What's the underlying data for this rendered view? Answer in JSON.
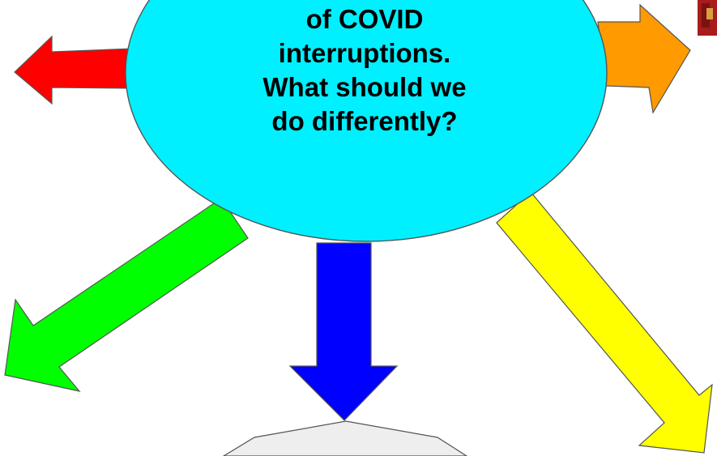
{
  "central_bubble": {
    "lines": [
      "of COVID",
      "interruptions.",
      "What should we",
      "do differently?"
    ]
  },
  "colors": {
    "bubble_fill": "#00f0ff",
    "red_arrow": "#ff0000",
    "orange_arrow": "#ff9a00",
    "green_arrow": "#00ff00",
    "blue_arrow": "#0000ff",
    "yellow_arrow": "#ffff00",
    "bottom_shape": "#eeeeee",
    "outline": "#555555",
    "photo_corner": "#a81c1c"
  },
  "arrows": [
    {
      "name": "red-arrow",
      "direction": "left"
    },
    {
      "name": "orange-arrow",
      "direction": "right"
    },
    {
      "name": "green-arrow",
      "direction": "down-left"
    },
    {
      "name": "blue-arrow",
      "direction": "down"
    },
    {
      "name": "yellow-arrow",
      "direction": "down-right"
    }
  ]
}
